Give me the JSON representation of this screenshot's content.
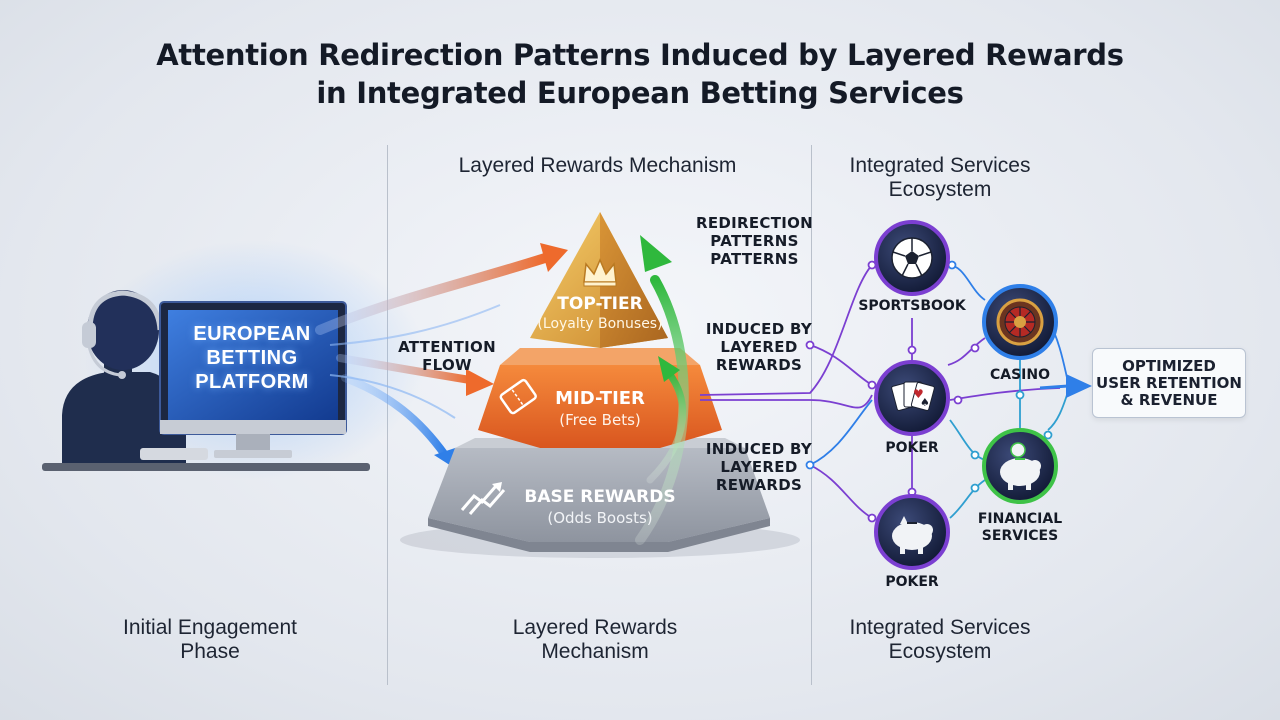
{
  "title_line1": "Attention Redirection Patterns Induced by Layered Rewards",
  "title_line2": "in Integrated European Betting Services",
  "columns": {
    "middle_header": "Layered Rewards Mechanism",
    "right_header_l1": "Integrated Services",
    "right_header_l2": "Ecosystem",
    "left_footer_l1": "Initial Engagement",
    "left_footer_l2": "Phase",
    "middle_footer_l1": "Layered Rewards",
    "middle_footer_l2": "Mechanism",
    "right_footer_l1": "Integrated Services",
    "right_footer_l2": "Ecosystem"
  },
  "platform": {
    "line1": "EUROPEAN",
    "line2": "BETTING",
    "line3": "PLATFORM"
  },
  "attention_flow": {
    "line1": "ATTENTION",
    "line2": "FLOW"
  },
  "pyramid": {
    "top_title": "TOP-TIER",
    "top_sub": "(Loyalty Bonuses)",
    "mid_title": "MID-TIER",
    "mid_sub": "(Free Bets)",
    "base_title": "BASE REWARDS",
    "base_sub": "(Odds Boosts)"
  },
  "annotations": {
    "redirection_l1": "REDIRECTION",
    "redirection_l2": "PATTERNS",
    "redirection_l3": "PATTERNS",
    "induced1_l1": "INDUCED BY",
    "induced1_l2": "LAYERED",
    "induced1_l3": "REWARDS",
    "induced2_l1": "INDUCED BY",
    "induced2_l2": "LAYERED",
    "induced2_l3": "REWARDS"
  },
  "services": {
    "sportsbook": "SPORTSBOOK",
    "casino": "CASINO",
    "poker": "POKER",
    "financial_l1": "FINANCIAL",
    "financial_l2": "SERVICES",
    "poker2": "POKER"
  },
  "outcome": {
    "line1": "OPTIMIZED",
    "line2": "USER RETENTION",
    "line3": "& REVENUE"
  },
  "colors": {
    "top_tier": "#e3a53a",
    "mid_tier": "#e8692a",
    "base_tier": "#9aa0ab",
    "flow_blue": "#2f7fe8",
    "flow_orange": "#ee6a2c",
    "flow_green": "#3ec247",
    "link_purple": "#7b3fd1"
  },
  "icons": [
    "headset-user-icon",
    "monitor-icon",
    "crown-icon",
    "ticket-icon",
    "trend-icon",
    "soccer-ball-icon",
    "roulette-icon",
    "playing-cards-icon",
    "piggy-bank-icon"
  ]
}
